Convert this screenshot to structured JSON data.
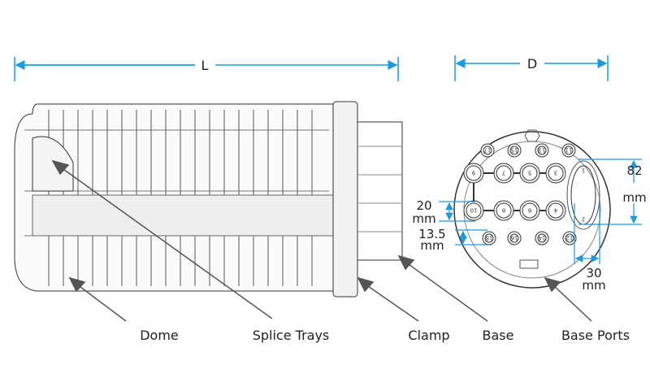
{
  "dimensions": {
    "length": "L",
    "diameter": "D",
    "oval_height_value": "82",
    "oval_height_unit": "mm",
    "port_pitch_value": "20",
    "port_pitch_unit": "mm",
    "small_port_value": "13.5",
    "small_port_unit": "mm",
    "oval_width_value": "30",
    "oval_width_unit": "mm"
  },
  "labels": {
    "dome": "Dome",
    "splice_trays": "Splice Trays",
    "clamp": "Clamp",
    "base": "Base",
    "base_ports": "Base Ports"
  },
  "ports": {
    "top_row": [
      "17",
      "15",
      "13",
      "11"
    ],
    "row_1": [
      "9",
      "7",
      "5",
      "3"
    ],
    "row_2": [
      "10",
      "8",
      "6",
      "4"
    ],
    "bottom_row": [
      "18",
      "16",
      "14",
      "12"
    ],
    "oval": [
      "1",
      "2"
    ]
  },
  "colors": {
    "dimension": "#1a9ae0",
    "arrow": "#555555",
    "line": "#333333"
  }
}
